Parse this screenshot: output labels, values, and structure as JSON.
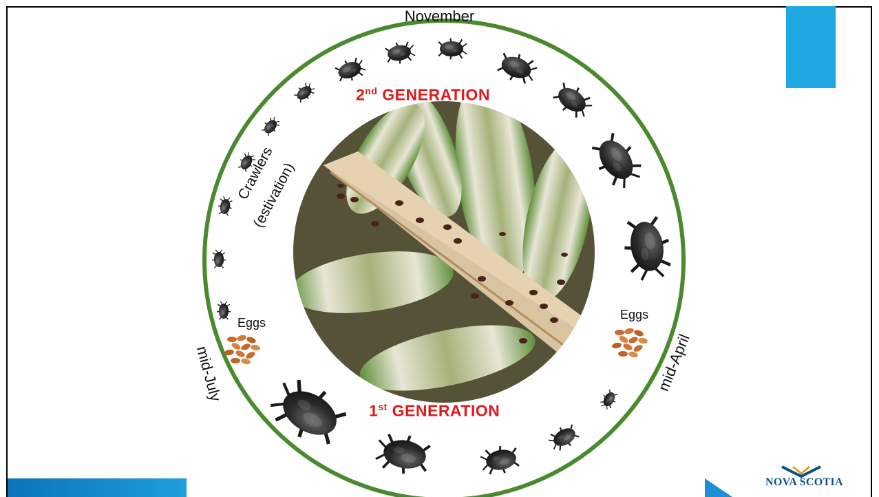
{
  "diagram": {
    "top_label": "November",
    "generation_top": {
      "ordinal": "2",
      "suffix": "nd",
      "text": " GENERATION"
    },
    "generation_bottom": {
      "ordinal": "1",
      "suffix": "st",
      "text": " GENERATION"
    },
    "crawlers_label": "Crawlers",
    "estivation_label": "(estivation)",
    "eggs_left": "Eggs",
    "eggs_right": "Eggs",
    "mid_july": "mid-July",
    "mid_april": "mid-April"
  },
  "logo": {
    "text": "NOVA SCOTIA"
  },
  "colors": {
    "ring": "#4a8a2f",
    "generation": "#e01a1a",
    "accent_blue": "#1ea7e1"
  }
}
